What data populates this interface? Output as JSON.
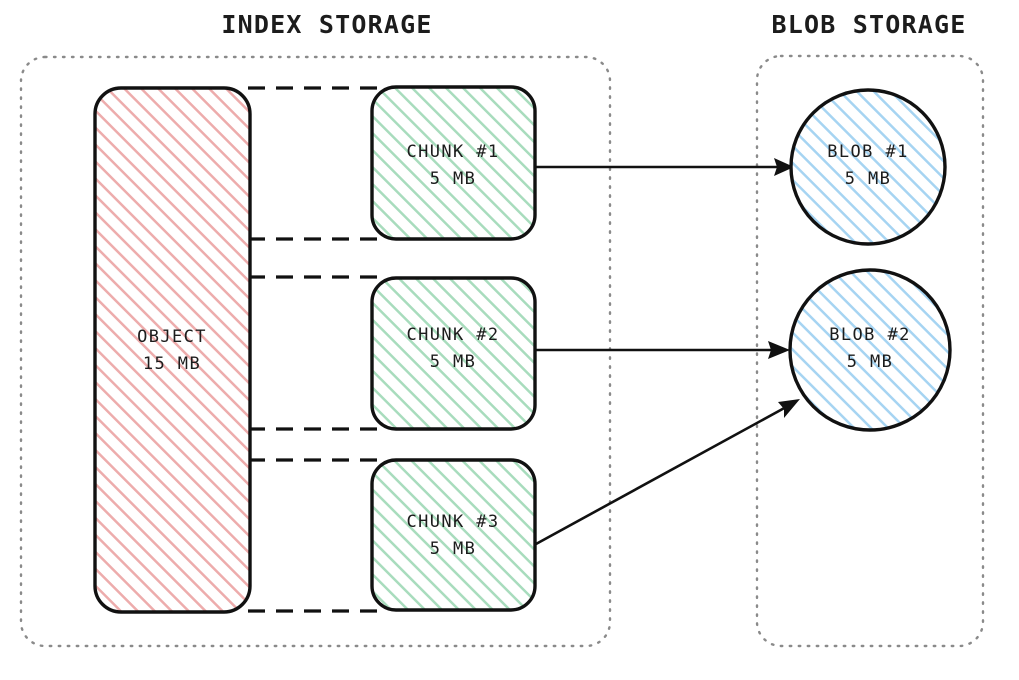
{
  "diagram": {
    "title_left": "INDEX STORAGE",
    "title_right": "BLOB STORAGE",
    "groups": [
      {
        "id": "index-storage",
        "label": "INDEX STORAGE"
      },
      {
        "id": "blob-storage",
        "label": "BLOB STORAGE"
      }
    ],
    "object": {
      "name": "OBJECT",
      "size": "15 MB",
      "fill_color": "#e8a0a0",
      "shape": "rounded-rect"
    },
    "chunks": [
      {
        "name": "CHUNK #1",
        "size": "5 MB",
        "fill_color": "#8fd3a8",
        "shape": "rounded-rect"
      },
      {
        "name": "CHUNK #2",
        "size": "5 MB",
        "fill_color": "#8fd3a8",
        "shape": "rounded-rect"
      },
      {
        "name": "CHUNK #3",
        "size": "5 MB",
        "fill_color": "#8fd3a8",
        "shape": "rounded-rect"
      }
    ],
    "blobs": [
      {
        "name": "BLOB #1",
        "size": "5 MB",
        "fill_color": "#8cc6ea",
        "shape": "circle"
      },
      {
        "name": "BLOB #2",
        "size": "5 MB",
        "fill_color": "#8cc6ea",
        "shape": "circle"
      }
    ],
    "mappings": [
      {
        "from": "CHUNK #1",
        "to": "BLOB #1"
      },
      {
        "from": "CHUNK #2",
        "to": "BLOB #2"
      },
      {
        "from": "CHUNK #3",
        "to": "BLOB #2"
      }
    ],
    "colors": {
      "stroke": "#111111",
      "frame_stroke": "#8a8a8a",
      "background": "#ffffff",
      "object_hatch": "#e8a0a0",
      "chunk_hatch": "#8fd3a8",
      "blob_hatch": "#8cc6ea"
    }
  }
}
